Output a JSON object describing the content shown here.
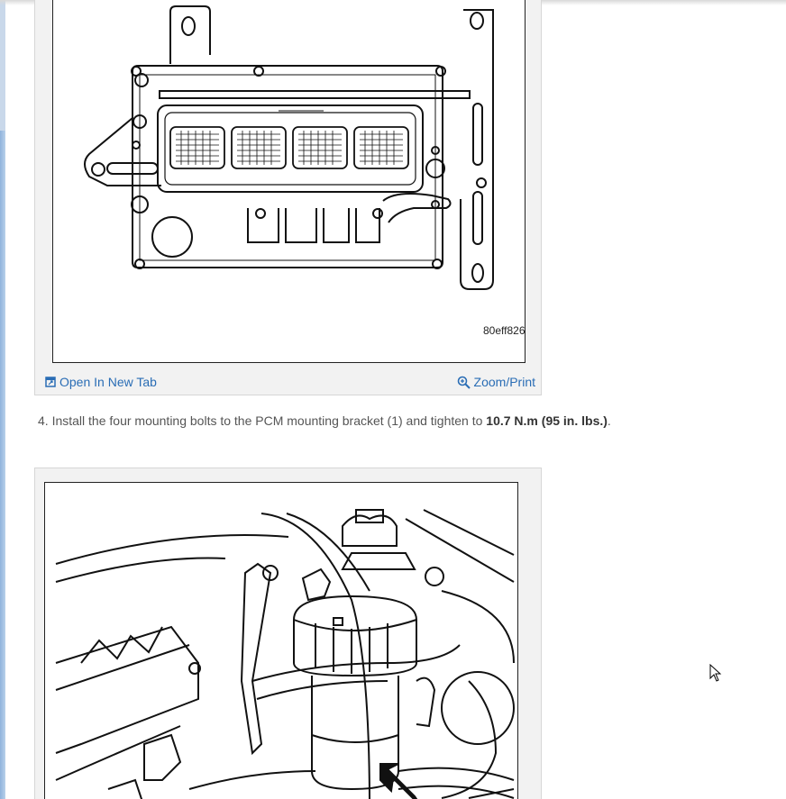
{
  "figure1": {
    "code": "80eff826",
    "open_new_tab": "Open In New Tab",
    "zoom_print": "Zoom/Print"
  },
  "step4": {
    "number": "4.",
    "text_before": "Install the four mounting bolts to the PCM mounting bracket (1) and tighten to",
    "torque_metric": "10.7 N.m",
    "torque_imperial": "(95 in. lbs.)",
    "text_after": "."
  },
  "colors": {
    "link": "#2a6db5",
    "text": "#555555",
    "card_bg": "#f2f2f2"
  },
  "icons": {
    "open_new_tab": "open-new-tab-icon",
    "zoom": "magnifier-plus-icon",
    "cursor": "mouse-pointer-icon"
  }
}
